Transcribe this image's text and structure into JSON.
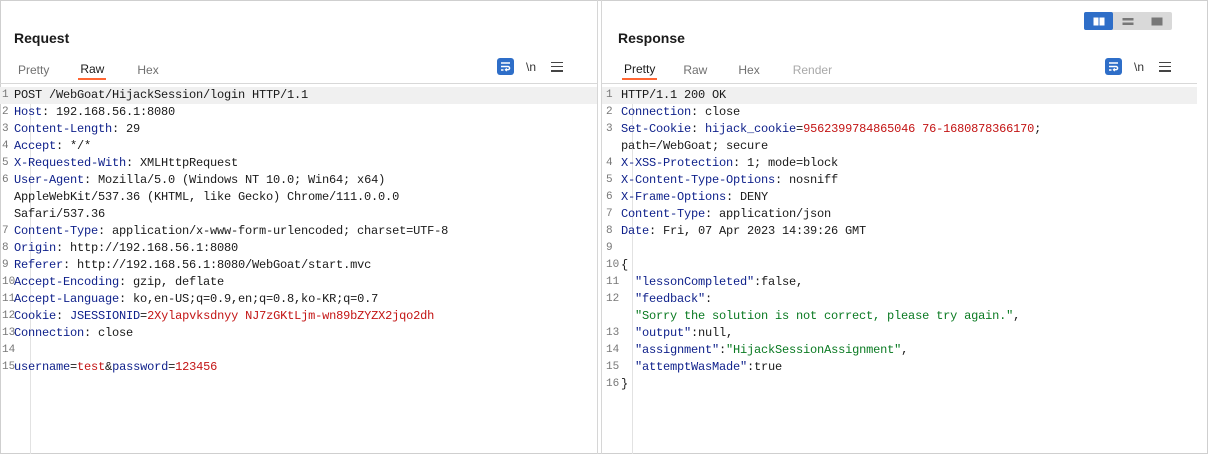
{
  "request": {
    "title": "Request",
    "tabs": [
      "Pretty",
      "Raw",
      "Hex"
    ],
    "active_tab": "Raw",
    "icons": {
      "wrap": "wrap-lines-icon",
      "newline": "\\n",
      "menu": "menu-icon"
    },
    "lines": [
      {
        "n": "1",
        "parts": [
          {
            "t": "POST /WebGoat/HijackSession/login HTTP/1.1",
            "c": "v"
          }
        ]
      },
      {
        "n": "2",
        "parts": [
          {
            "t": "Host",
            "c": "k"
          },
          {
            "t": ": 192.168.56.1:8080",
            "c": "v"
          }
        ]
      },
      {
        "n": "3",
        "parts": [
          {
            "t": "Content-Length",
            "c": "k"
          },
          {
            "t": ": 29",
            "c": "v"
          }
        ]
      },
      {
        "n": "4",
        "parts": [
          {
            "t": "Accept",
            "c": "k"
          },
          {
            "t": ": */*",
            "c": "v"
          }
        ]
      },
      {
        "n": "5",
        "parts": [
          {
            "t": "X-Requested-With",
            "c": "k"
          },
          {
            "t": ": XMLHttpRequest",
            "c": "v"
          }
        ]
      },
      {
        "n": "6",
        "parts": [
          {
            "t": "User-Agent",
            "c": "k"
          },
          {
            "t": ": Mozilla/5.0 (Windows NT 10.0; Win64; x64)",
            "c": "v"
          }
        ]
      },
      {
        "n": "",
        "parts": [
          {
            "t": "AppleWebKit/537.36 (KHTML, like Gecko) Chrome/111.0.0.0",
            "c": "v"
          }
        ]
      },
      {
        "n": "",
        "parts": [
          {
            "t": "Safari/537.36",
            "c": "v"
          }
        ]
      },
      {
        "n": "7",
        "parts": [
          {
            "t": "Content-Type",
            "c": "k"
          },
          {
            "t": ": application/x-www-form-urlencoded; charset=UTF-8",
            "c": "v"
          }
        ]
      },
      {
        "n": "8",
        "parts": [
          {
            "t": "Origin",
            "c": "k"
          },
          {
            "t": ": http://192.168.56.1:8080",
            "c": "v"
          }
        ]
      },
      {
        "n": "9",
        "parts": [
          {
            "t": "Referer",
            "c": "k"
          },
          {
            "t": ": http://192.168.56.1:8080/WebGoat/start.mvc",
            "c": "v"
          }
        ]
      },
      {
        "n": "10",
        "parts": [
          {
            "t": "Accept-Encoding",
            "c": "k"
          },
          {
            "t": ": gzip, deflate",
            "c": "v"
          }
        ]
      },
      {
        "n": "11",
        "parts": [
          {
            "t": "Accept-Language",
            "c": "k"
          },
          {
            "t": ": ko,en-US;q=0.9,en;q=0.8,ko-KR;q=0.7",
            "c": "v"
          }
        ]
      },
      {
        "n": "12",
        "parts": [
          {
            "t": "Cookie",
            "c": "k"
          },
          {
            "t": ": ",
            "c": "v"
          },
          {
            "t": "JSESSIONID",
            "c": "k"
          },
          {
            "t": "=",
            "c": "v"
          },
          {
            "t": "2Xylapvksdnyy NJ7zGKtLjm-wn89bZYZX2jqo2dh",
            "c": "r"
          }
        ]
      },
      {
        "n": "13",
        "parts": [
          {
            "t": "Connection",
            "c": "k"
          },
          {
            "t": ": close",
            "c": "v"
          }
        ]
      },
      {
        "n": "14",
        "parts": []
      },
      {
        "n": "15",
        "parts": [
          {
            "t": "username",
            "c": "k"
          },
          {
            "t": "=",
            "c": "v"
          },
          {
            "t": "test",
            "c": "r"
          },
          {
            "t": "&",
            "c": "v"
          },
          {
            "t": "password",
            "c": "k"
          },
          {
            "t": "=",
            "c": "v"
          },
          {
            "t": "123456",
            "c": "r"
          }
        ]
      }
    ]
  },
  "response": {
    "title": "Response",
    "tabs": [
      "Pretty",
      "Raw",
      "Hex",
      "Render"
    ],
    "active_tab": "Pretty",
    "lines": [
      {
        "n": "1",
        "parts": [
          {
            "t": "HTTP/1.1 200 OK",
            "c": "v"
          }
        ]
      },
      {
        "n": "2",
        "parts": [
          {
            "t": "Connection",
            "c": "k"
          },
          {
            "t": ": close",
            "c": "v"
          }
        ]
      },
      {
        "n": "3",
        "parts": [
          {
            "t": "Set-Cookie",
            "c": "k"
          },
          {
            "t": ": ",
            "c": "v"
          },
          {
            "t": "hijack_cookie",
            "c": "k"
          },
          {
            "t": "=",
            "c": "v"
          },
          {
            "t": "9562399784865046 76-1680878366170",
            "c": "r"
          },
          {
            "t": ";",
            "c": "v"
          }
        ]
      },
      {
        "n": "",
        "parts": [
          {
            "t": "path=/WebGoat; secure",
            "c": "v"
          }
        ]
      },
      {
        "n": "4",
        "parts": [
          {
            "t": "X-XSS-Protection",
            "c": "k"
          },
          {
            "t": ": 1; mode=block",
            "c": "v"
          }
        ]
      },
      {
        "n": "5",
        "parts": [
          {
            "t": "X-Content-Type-Options",
            "c": "k"
          },
          {
            "t": ": nosniff",
            "c": "v"
          }
        ]
      },
      {
        "n": "6",
        "parts": [
          {
            "t": "X-Frame-Options",
            "c": "k"
          },
          {
            "t": ": DENY",
            "c": "v"
          }
        ]
      },
      {
        "n": "7",
        "parts": [
          {
            "t": "Content-Type",
            "c": "k"
          },
          {
            "t": ": application/json",
            "c": "v"
          }
        ]
      },
      {
        "n": "8",
        "parts": [
          {
            "t": "Date",
            "c": "k"
          },
          {
            "t": ": Fri, 07 Apr 2023 14:39:26 GMT",
            "c": "v"
          }
        ]
      },
      {
        "n": "9",
        "parts": []
      },
      {
        "n": "10",
        "parts": [
          {
            "t": "{",
            "c": "v"
          }
        ]
      },
      {
        "n": "11",
        "parts": [
          {
            "t": "  ",
            "c": "v"
          },
          {
            "t": "\"lessonCompleted\"",
            "c": "b"
          },
          {
            "t": ":false,",
            "c": "v"
          }
        ]
      },
      {
        "n": "12",
        "parts": [
          {
            "t": "  ",
            "c": "v"
          },
          {
            "t": "\"feedback\"",
            "c": "b"
          },
          {
            "t": ":",
            "c": "v"
          }
        ]
      },
      {
        "n": "",
        "parts": [
          {
            "t": "  ",
            "c": "v"
          },
          {
            "t": "\"Sorry the solution is not correct, please try again.\"",
            "c": "g"
          },
          {
            "t": ",",
            "c": "v"
          }
        ]
      },
      {
        "n": "13",
        "parts": [
          {
            "t": "  ",
            "c": "v"
          },
          {
            "t": "\"output\"",
            "c": "b"
          },
          {
            "t": ":null,",
            "c": "v"
          }
        ]
      },
      {
        "n": "14",
        "parts": [
          {
            "t": "  ",
            "c": "v"
          },
          {
            "t": "\"assignment\"",
            "c": "b"
          },
          {
            "t": ":",
            "c": "v"
          },
          {
            "t": "\"HijackSessionAssignment\"",
            "c": "g"
          },
          {
            "t": ",",
            "c": "v"
          }
        ]
      },
      {
        "n": "15",
        "parts": [
          {
            "t": "  ",
            "c": "v"
          },
          {
            "t": "\"attemptWasMade\"",
            "c": "b"
          },
          {
            "t": ":true",
            "c": "v"
          }
        ]
      },
      {
        "n": "16",
        "parts": [
          {
            "t": "}",
            "c": "v"
          }
        ]
      }
    ]
  },
  "view_toggle": {
    "options": [
      "side-by-side-icon",
      "stacked-rows-icon",
      "single-panel-icon"
    ],
    "active": 0
  },
  "colors": {
    "accent": "#ff6633",
    "icon_blue": "#2e6ec8",
    "header_key": "#0d1f8a",
    "value_red": "#c31414",
    "string_green": "#0a7a22"
  }
}
